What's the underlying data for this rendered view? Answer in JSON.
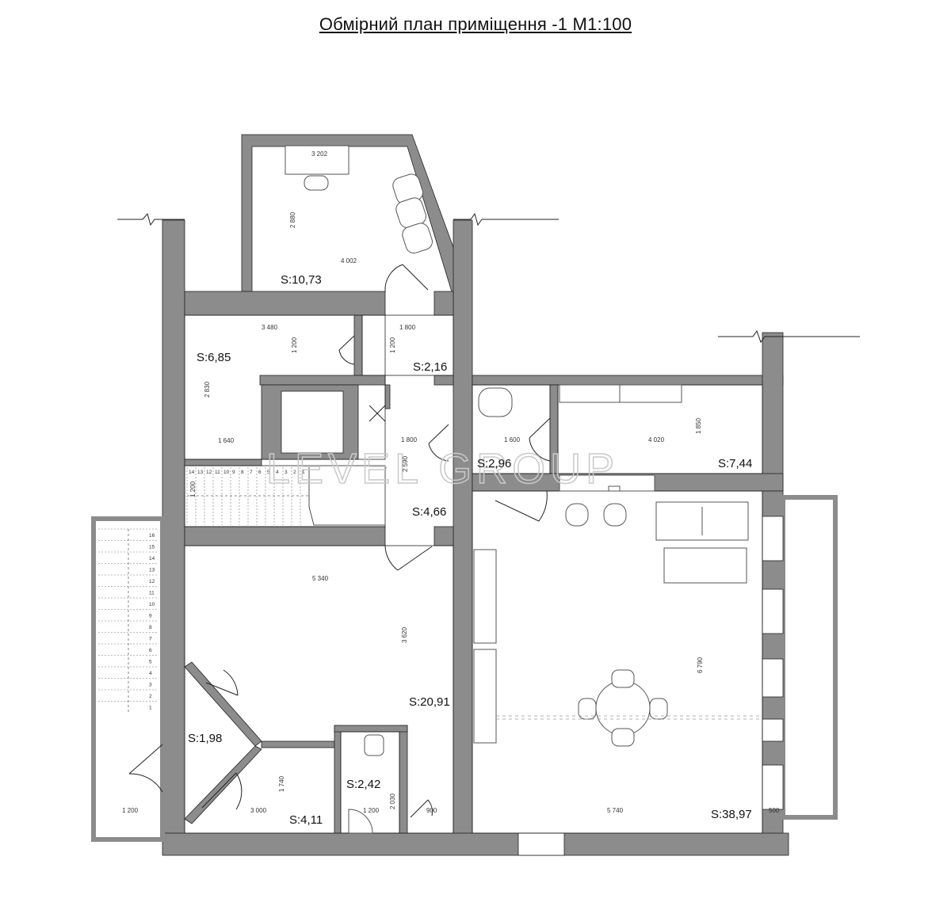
{
  "title": "Обмірний план приміщення -1 М1:100",
  "watermark": "LEVEL GROUP",
  "colors": {
    "wall": "#8c8c8c",
    "line": "#222222",
    "furniture": "#555555",
    "background": "#ffffff"
  },
  "rooms": [
    {
      "id": "office",
      "area_label": "S:10,73",
      "dims": [
        "3 202",
        "2 880",
        "4 002"
      ]
    },
    {
      "id": "room-6-85",
      "area_label": "S:6,85",
      "dims": [
        "3 480",
        "1 200",
        "2 830",
        "1 640"
      ]
    },
    {
      "id": "room-2-16",
      "area_label": "S:2,16",
      "dims": [
        "1 800",
        "1 200"
      ]
    },
    {
      "id": "corridor",
      "area_label": "S:2,96",
      "dims": [
        "1 800",
        "2 590",
        "1 600"
      ]
    },
    {
      "id": "room-7-44",
      "area_label": "S:7,44",
      "dims": [
        "4 020",
        "1 850"
      ]
    },
    {
      "id": "stair-hall",
      "area_label": "S:4,66",
      "dims": [
        "1 200"
      ]
    },
    {
      "id": "hall",
      "area_label": "S:20,91",
      "dims": [
        "5 340",
        "3 620"
      ]
    },
    {
      "id": "living",
      "area_label": "S:38,97",
      "dims": [
        "6 790",
        "5 740",
        "500"
      ]
    },
    {
      "id": "vestibule",
      "area_label": "S:1,98",
      "dims": []
    },
    {
      "id": "room-4-11",
      "area_label": "S:4,11",
      "dims": [
        "1 740",
        "3 000"
      ]
    },
    {
      "id": "wc",
      "area_label": "S:2,42",
      "dims": [
        "2 030",
        "1 200",
        "900"
      ]
    },
    {
      "id": "outer-stair",
      "area_label": "",
      "dims": [
        "1 200"
      ]
    }
  ],
  "stair_steps_outer": [
    "16",
    "15",
    "14",
    "13",
    "12",
    "11",
    "10",
    "9",
    "8",
    "7",
    "6",
    "5",
    "4",
    "3",
    "2",
    "1"
  ],
  "stair_steps_inner": [
    "14",
    "13",
    "12",
    "11",
    "10",
    "9",
    "8",
    "7",
    "6",
    "5",
    "4",
    "3",
    "2",
    "1"
  ]
}
